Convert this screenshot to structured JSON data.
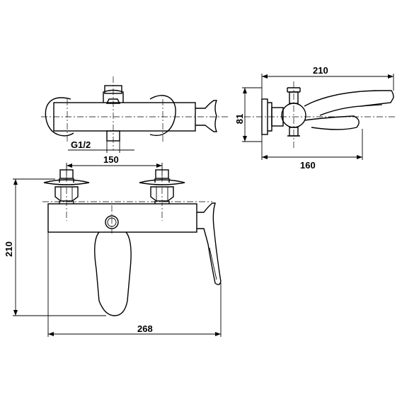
{
  "dimensions": {
    "top_view_thread": "G1/2",
    "top_view_inlet_spacing": "150",
    "side_view_projection_length": "210",
    "side_view_height": "81",
    "side_view_depth": "160",
    "front_view_height": "210",
    "front_view_width": "268"
  }
}
